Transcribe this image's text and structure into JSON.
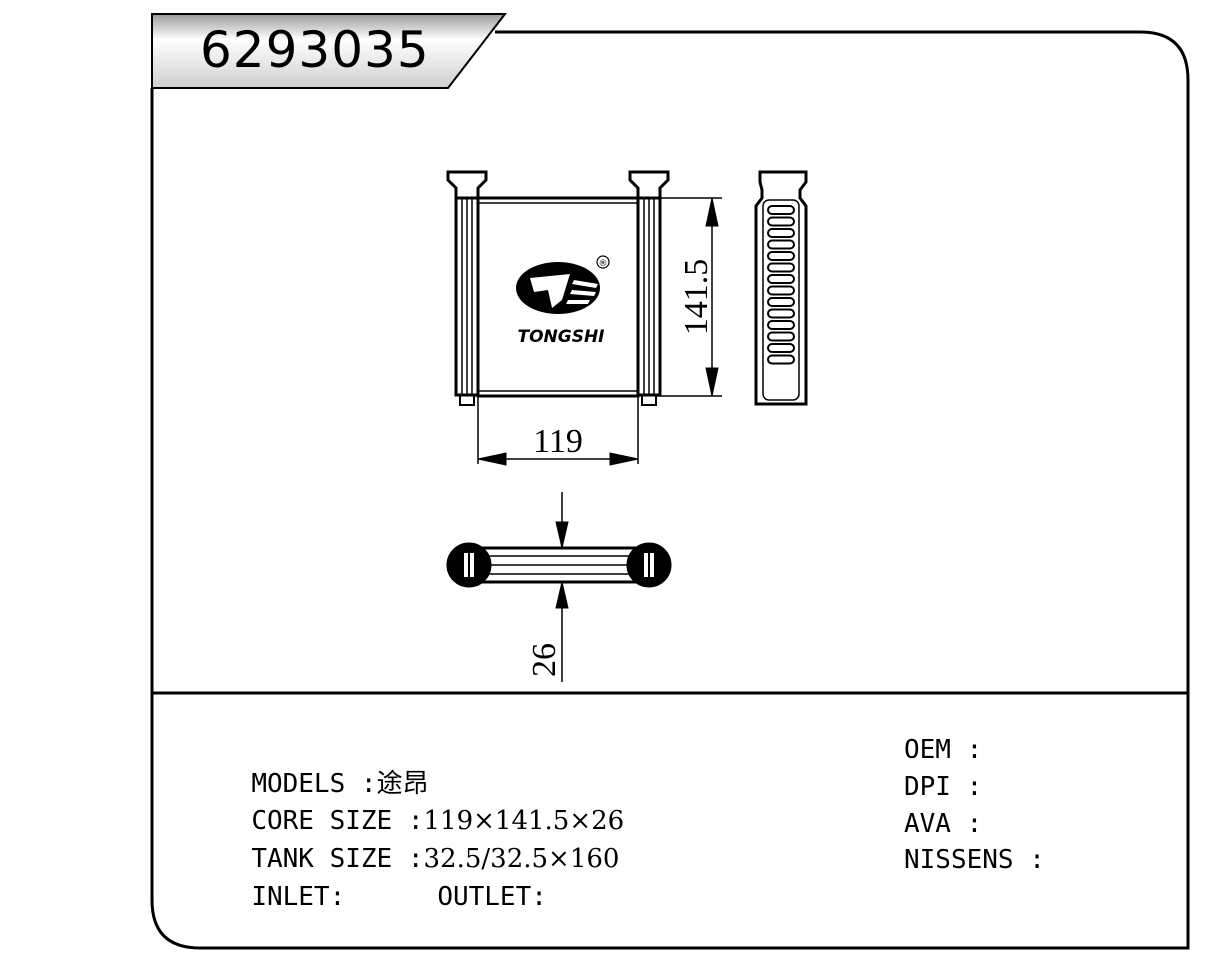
{
  "part_number": "6293035",
  "brand": {
    "name": "TONGSHI",
    "registered_mark": "®"
  },
  "dimensions": {
    "width": "119",
    "height": "141.5",
    "depth": "26"
  },
  "specs": {
    "models_label": "MODELS :",
    "models_value": "途昂",
    "core_label": "CORE SIZE :",
    "core_value": "119×141.5×26",
    "tank_label": "TANK SIZE :",
    "tank_value": "32.5/32.5×160",
    "inlet_label": "INLET:",
    "outlet_label": "OUTLET:"
  },
  "refs": {
    "oem_label": "OEM :",
    "dpi_label": "DPI :",
    "ava_label": "AVA :",
    "nissens_label": "NISSENS :"
  }
}
